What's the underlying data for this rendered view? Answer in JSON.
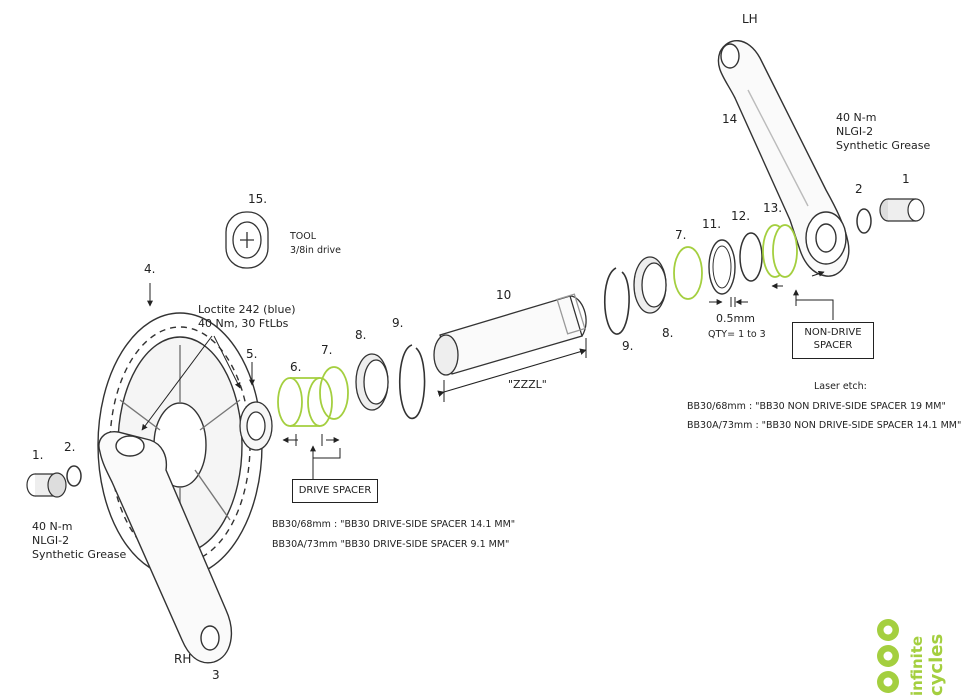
{
  "labels": {
    "lh": "LH",
    "rh": "RH",
    "n14": "14",
    "n3": "3",
    "torque_lh": [
      "40 N-m",
      "NLGI-2",
      "Synthetic Grease"
    ],
    "torque_rh": [
      "40 N-m",
      "NLGI-2",
      "Synthetic Grease"
    ],
    "n1_left": "1.",
    "n2_left": "2.",
    "n1_right": "1",
    "n2_right": "2",
    "n4": "4.",
    "n5": "5.",
    "n6": "6.",
    "n7_left": "7.",
    "n8_left": "8.",
    "n9_left": "9.",
    "n10": "10",
    "n9_right": "9.",
    "n8_right": "8.",
    "n7_right": "7.",
    "n11": "11.",
    "n12": "12.",
    "n13": "13.",
    "n15": "15.",
    "tool": [
      "TOOL",
      "3/8in drive"
    ],
    "loctite": [
      "Loctite 242 (blue)",
      "40 Nm, 30 FtLbs"
    ],
    "zzzl": "\"ZZZL\"",
    "spacer_width": "0.5mm",
    "qty": "QTY= 1 to 3",
    "drive_spacer": "DRIVE SPACER",
    "non_drive_spacer": [
      "NON-DRIVE",
      "SPACER"
    ],
    "laser_etch": "Laser etch:",
    "bb30_nds": "BB30/68mm : \"BB30 NON DRIVE-SIDE SPACER 19 MM\"",
    "bb30a_nds": "BB30A/73mm : \"BB30 NON DRIVE-SIDE SPACER 14.1 MM\"",
    "bb30_ds": "BB30/68mm : \"BB30 DRIVE-SIDE SPACER 14.1 MM\"",
    "bb30a_ds": "BB30A/73mm  \"BB30  DRIVE-SIDE SPACER 9.1 MM\""
  },
  "logo": {
    "text": [
      "infinite",
      "cycles"
    ],
    "color": "#a4cf3f"
  },
  "colors": {
    "accent": "#a4cf3f",
    "line": "#333333"
  }
}
